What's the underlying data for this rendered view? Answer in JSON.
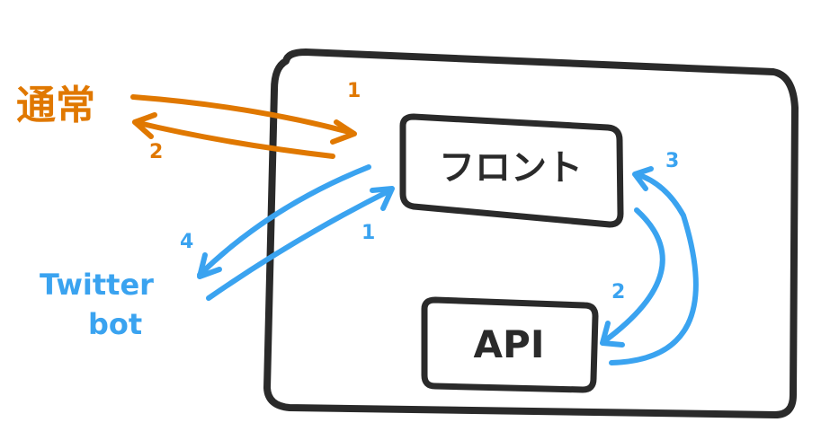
{
  "labels": {
    "normal": "通常",
    "front": "フロント",
    "api": "API",
    "twitter_line1": "Twitter",
    "twitter_line2": "bot"
  },
  "steps": {
    "orange_1": "1",
    "orange_2": "2",
    "blue_1": "1",
    "blue_2": "2",
    "blue_3": "3",
    "blue_4": "4"
  },
  "colors": {
    "orange": "#E07800",
    "blue": "#3AA3F0",
    "ink": "#2A2A2A"
  }
}
